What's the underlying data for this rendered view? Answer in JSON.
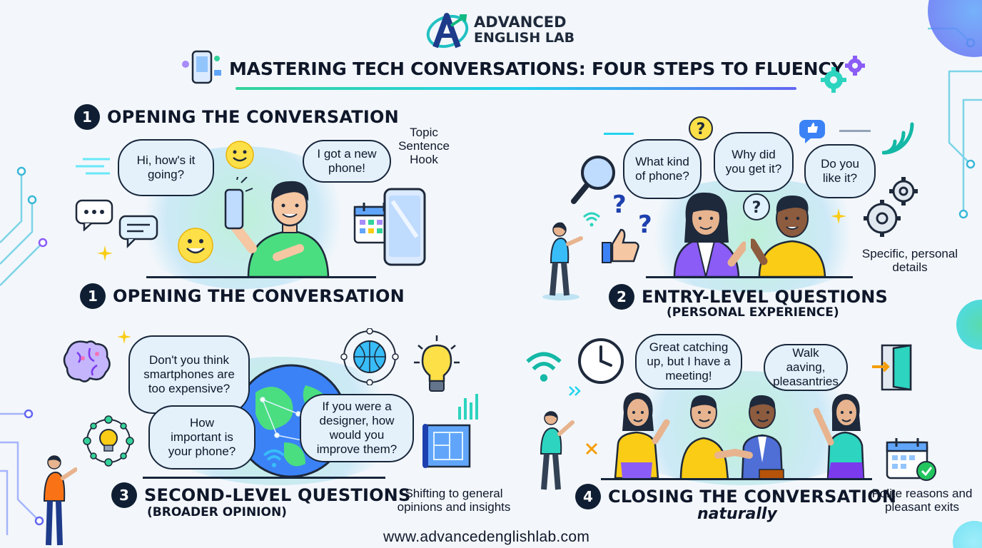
{
  "brand": {
    "line1": "ADVANCED",
    "line2": "ENGLISH LAB"
  },
  "main_title": "MASTERING TECH CONVERSATIONS: FOUR STEPS TO FLUENCY",
  "footer_url": "www.advancedenglishlab.com",
  "colors": {
    "navy": "#0f1e33",
    "teal": "#2fc6a7",
    "blue": "#3b82f6",
    "purple": "#8b5cf6",
    "bubble": "#e4f1fb"
  },
  "step1": {
    "number": "1",
    "title_top": "OPENING THE CONVERSATION",
    "title_bottom": "OPENING THE CONVERSATION",
    "bubble_a": "Hi, how's it going?",
    "bubble_b": "I got a new phone!",
    "note": "Topic Sentence Hook"
  },
  "step2": {
    "number": "2",
    "title": "ENTRY-LEVEL QUESTIONS",
    "subtitle": "(PERSONAL EXPERIENCE)",
    "bubble_a": "What kind of phone?",
    "bubble_b": "Why did you get it?",
    "bubble_c": "Do you like it?",
    "note": "Specific, personal details"
  },
  "step3": {
    "number": "3",
    "title": "SECOND-LEVEL QUESTIONS",
    "subtitle": "(BROADER OPINION)",
    "bubble_a": "Don't you think smartphones are too expensive?",
    "bubble_b": "How important is your phone?",
    "bubble_c": "If you were a designer, how would you improve them?",
    "note": "Shifting to general opinions and insights"
  },
  "step4": {
    "number": "4",
    "title": "CLOSING THE CONVERSATION",
    "subtitle": "naturally",
    "bubble_a": "Great catching up, but I have a meeting!",
    "bubble_b": "Walk aaving, pleasantries",
    "note": "Polite reasons and pleasant exits"
  },
  "icons": [
    "logo-icon",
    "phone-app-icon",
    "gear-icon",
    "smiley-icon",
    "calendar-icon",
    "smartphone-icon",
    "magnifier-icon",
    "question-icon",
    "thumbs-up-icon",
    "wifi-icon",
    "brain-icon",
    "globe-icon",
    "lightbulb-icon",
    "blueprint-icon",
    "clock-icon",
    "door-icon"
  ]
}
